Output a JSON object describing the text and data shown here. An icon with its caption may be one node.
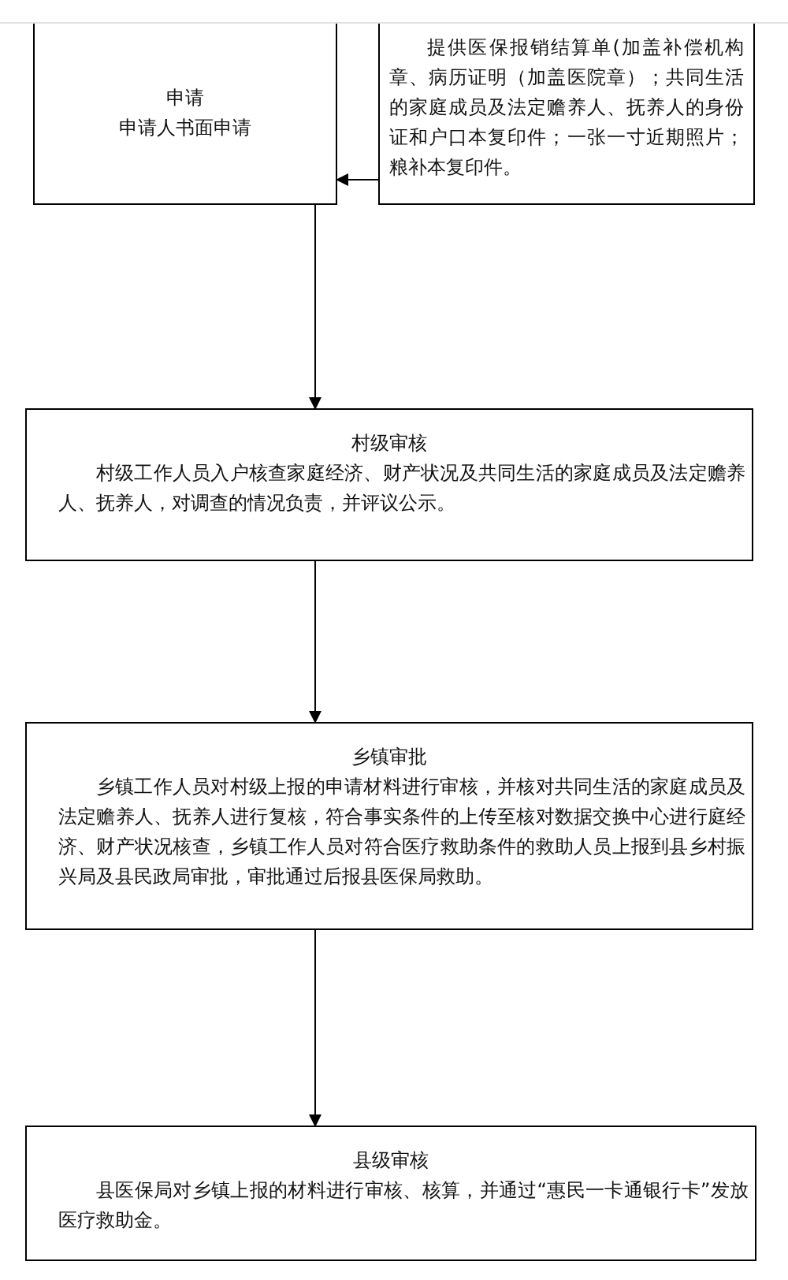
{
  "diagram": {
    "nodes": [
      {
        "text": [
          "申请",
          "申请人书面申请"
        ]
      },
      {
        "text": [
          "提供医保报销结算单(加盖补偿机构章、病历证明（加盖医院章）；共同生活的家庭成员及法定赡养人、抚养人的身份证和户口本复印件；一张一寸近期照片；粮补本复印件。"
        ]
      },
      {
        "text": [
          "村级审核",
          "村级工作人员入户核查家庭经济、财产状况及共同生活的家庭成员及法定赡养人、抚养人，对调查的情况负责，并评议公示。"
        ]
      },
      {
        "text": [
          "乡镇审批",
          "乡镇工作人员对村级上报的申请材料进行审核，并核对共同生活的家庭成员及法定赡养人、抚养人进行复核，符合事实条件的上传至核对数据交换中心进行庭经济、财产状况核查，乡镇工作人员对符合医疗救助条件的救助人员上报到县乡村振兴局及县民政局审批，审批通过后报县医保局救助。"
        ]
      },
      {
        "text": [
          "县级审核",
          "县医保局对乡镇上报的材料进行审核、核算，并通过“惠民一卡通银行卡”发放医疗救助金。"
        ]
      }
    ],
    "edges": [
      {
        "from": 1,
        "to": 0,
        "arrow": "to"
      },
      {
        "from": 0,
        "to": 2,
        "arrow": "to"
      },
      {
        "from": 2,
        "to": 3,
        "arrow": "to"
      },
      {
        "from": 3,
        "to": 4,
        "arrow": "to"
      }
    ]
  }
}
